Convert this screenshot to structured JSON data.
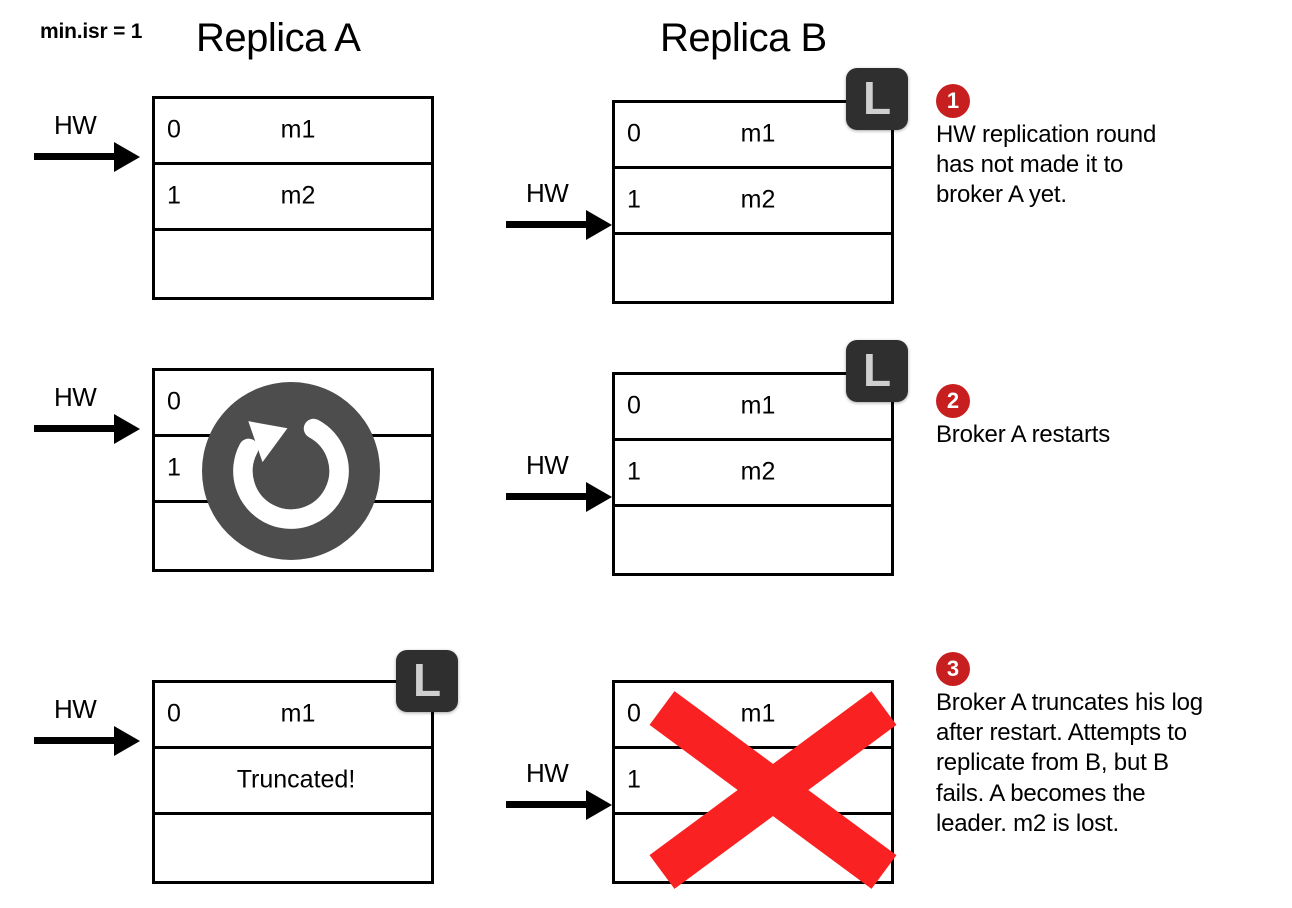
{
  "header": {
    "min_isr": "min.isr = 1",
    "column_a_title": "Replica A",
    "column_b_title": "Replica B"
  },
  "labels": {
    "hw": "HW",
    "leader_badge": "L"
  },
  "icons": {
    "restart": "restart-icon",
    "failure": "red-x-icon",
    "leader": "leader-badge-icon"
  },
  "colors": {
    "badge_red": "#c71f1f",
    "x_red": "#f92121",
    "leader_badge_bg": "#2f2f2f",
    "leader_badge_fg": "#cfcfcf",
    "restart_bg": "#4d4d4d",
    "restart_fg": "#ffffff",
    "border": "#000000"
  },
  "steps": [
    {
      "id": 1,
      "number": "1",
      "text": "HW replication round\nhas not made it to\nbroker A yet.",
      "replica_a": {
        "leader": false,
        "restarting": false,
        "failed": false,
        "hw_arrow_row": 1,
        "rows": [
          {
            "offset": "0",
            "message": "m1"
          },
          {
            "offset": "1",
            "message": "m2"
          },
          {
            "offset": "",
            "message": ""
          }
        ]
      },
      "replica_b": {
        "leader": true,
        "restarting": false,
        "failed": false,
        "hw_arrow_row": 2,
        "rows": [
          {
            "offset": "0",
            "message": "m1"
          },
          {
            "offset": "1",
            "message": "m2"
          },
          {
            "offset": "",
            "message": ""
          }
        ]
      }
    },
    {
      "id": 2,
      "number": "2",
      "text": "Broker A restarts",
      "replica_a": {
        "leader": false,
        "restarting": true,
        "failed": false,
        "hw_arrow_row": 1,
        "rows": [
          {
            "offset": "0",
            "message": ""
          },
          {
            "offset": "1",
            "message": ""
          },
          {
            "offset": "",
            "message": ""
          }
        ]
      },
      "replica_b": {
        "leader": true,
        "restarting": false,
        "failed": false,
        "hw_arrow_row": 2,
        "rows": [
          {
            "offset": "0",
            "message": "m1"
          },
          {
            "offset": "1",
            "message": "m2"
          },
          {
            "offset": "",
            "message": ""
          }
        ]
      }
    },
    {
      "id": 3,
      "number": "3",
      "text": "Broker A truncates his log\nafter restart. Attempts to\nreplicate from B, but B\nfails. A becomes the\nleader. m2 is lost.",
      "replica_a": {
        "leader": true,
        "restarting": false,
        "failed": false,
        "hw_arrow_row": 1,
        "rows": [
          {
            "offset": "0",
            "message": "m1"
          },
          {
            "offset": "",
            "message": "Truncated!"
          },
          {
            "offset": "",
            "message": ""
          }
        ]
      },
      "replica_b": {
        "leader": false,
        "restarting": false,
        "failed": true,
        "hw_arrow_row": 2,
        "rows": [
          {
            "offset": "0",
            "message": "m1"
          },
          {
            "offset": "1",
            "message": ""
          },
          {
            "offset": "",
            "message": ""
          }
        ]
      }
    }
  ]
}
